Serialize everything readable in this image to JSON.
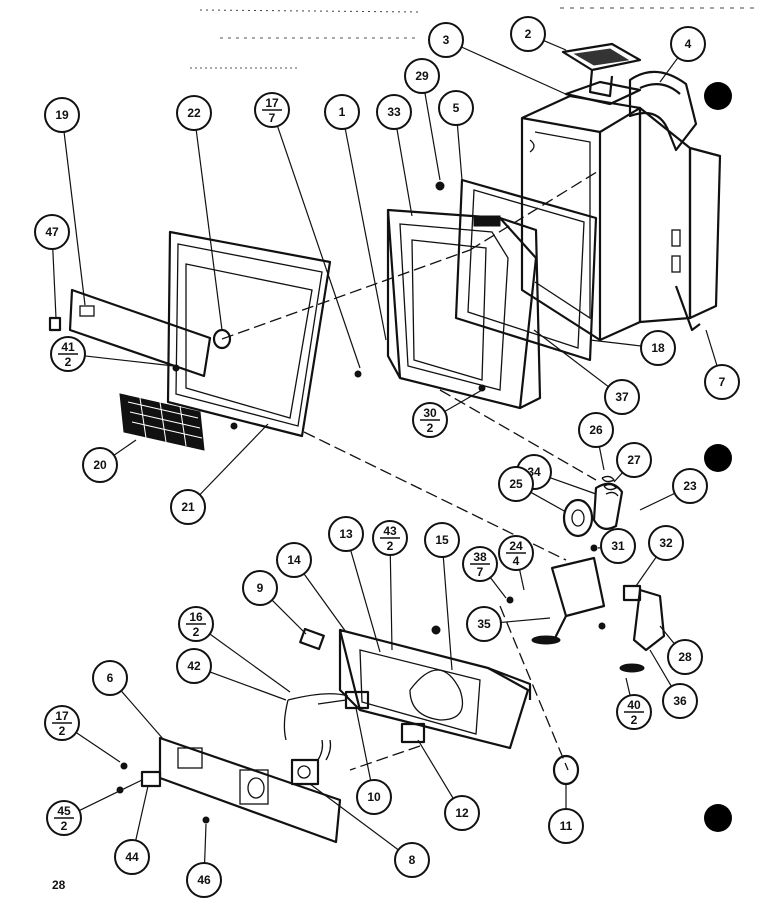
{
  "page_number": "28",
  "callouts": [
    {
      "id": "19"
    },
    {
      "id": "22"
    },
    {
      "id": "17/7",
      "num": "17",
      "den": "7"
    },
    {
      "id": "1"
    },
    {
      "id": "33"
    },
    {
      "id": "29"
    },
    {
      "id": "5"
    },
    {
      "id": "3"
    },
    {
      "id": "2"
    },
    {
      "id": "4"
    },
    {
      "id": "47"
    },
    {
      "id": "41/2",
      "num": "41",
      "den": "2"
    },
    {
      "id": "20"
    },
    {
      "id": "21"
    },
    {
      "id": "30/2",
      "num": "30",
      "den": "2"
    },
    {
      "id": "18"
    },
    {
      "id": "37"
    },
    {
      "id": "7"
    },
    {
      "id": "26"
    },
    {
      "id": "34"
    },
    {
      "id": "27"
    },
    {
      "id": "23"
    },
    {
      "id": "25"
    },
    {
      "id": "13"
    },
    {
      "id": "43/2",
      "num": "43",
      "den": "2"
    },
    {
      "id": "15"
    },
    {
      "id": "38/7",
      "num": "38",
      "den": "7"
    },
    {
      "id": "24/4",
      "num": "24",
      "den": "4"
    },
    {
      "id": "31"
    },
    {
      "id": "32"
    },
    {
      "id": "14"
    },
    {
      "id": "9"
    },
    {
      "id": "16/2",
      "num": "16",
      "den": "2"
    },
    {
      "id": "42"
    },
    {
      "id": "35"
    },
    {
      "id": "28"
    },
    {
      "id": "36"
    },
    {
      "id": "40/2",
      "num": "40",
      "den": "2"
    },
    {
      "id": "6"
    },
    {
      "id": "17/2",
      "num": "17",
      "den": "2"
    },
    {
      "id": "10"
    },
    {
      "id": "12"
    },
    {
      "id": "11"
    },
    {
      "id": "45/2",
      "num": "45",
      "den": "2"
    },
    {
      "id": "44"
    },
    {
      "id": "46"
    },
    {
      "id": "8"
    }
  ]
}
